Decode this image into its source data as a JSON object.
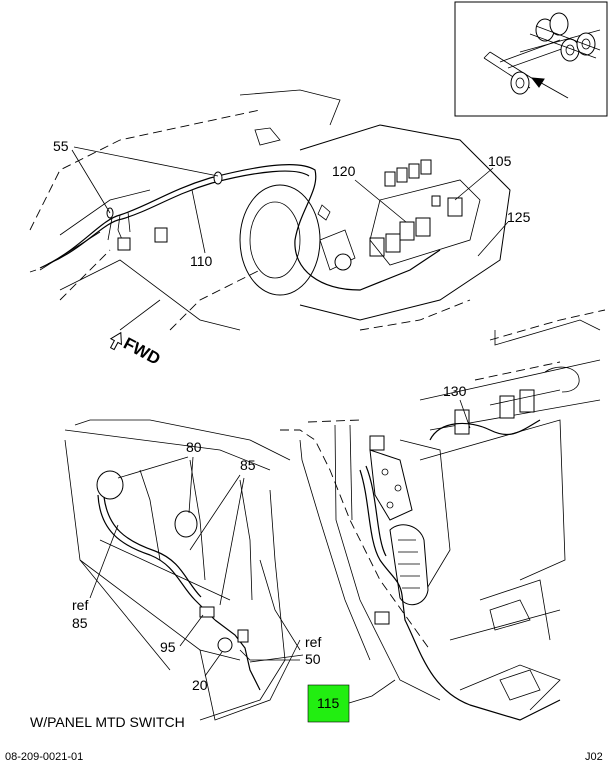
{
  "callouts": {
    "c55": "55",
    "c120": "120",
    "c105": "105",
    "c125": "125",
    "c110": "110",
    "c130": "130",
    "c80": "80",
    "c85": "85",
    "ref85_ref": "ref",
    "ref85_num": "85",
    "c95": "95",
    "c20": "20",
    "ref50_ref": "ref",
    "ref50_num": "50",
    "c115": "115"
  },
  "fwd_label": "FWD",
  "caption": "W/PANEL MTD SWITCH",
  "footer": {
    "left": "08-209-0021-01",
    "right": "J02"
  },
  "colors": {
    "highlight": "#22ee11",
    "line": "#000000"
  }
}
